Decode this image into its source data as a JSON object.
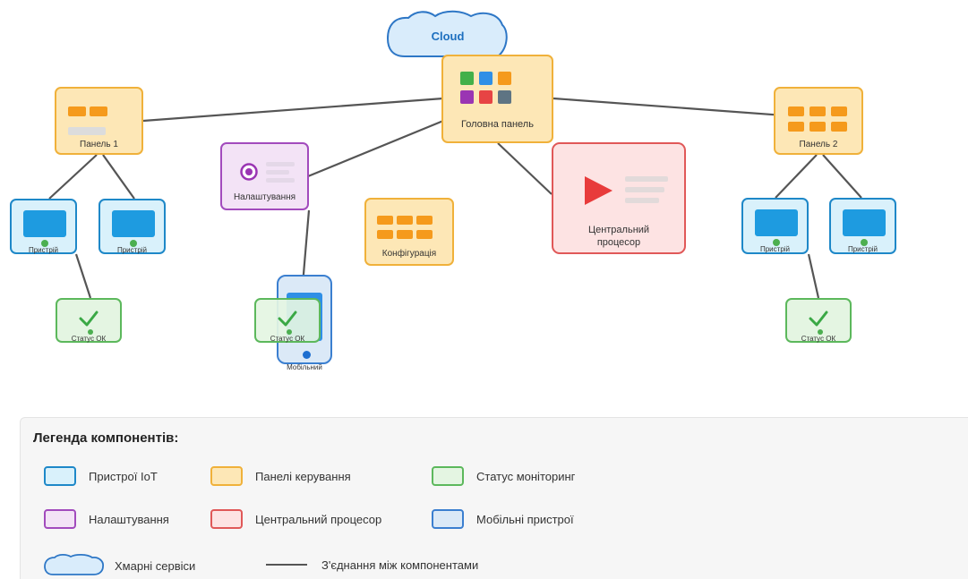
{
  "diagram": {
    "cloud_label": "Cloud",
    "main_panel_label": "Головна панель",
    "panel1_label": "Панель 1",
    "panel2_label": "Панель 2",
    "settings_label": "Налаштування",
    "config_label": "Конфігурація",
    "cpu_label_line1": "Центральний",
    "cpu_label_line2": "процесор",
    "device_label": "Пристрій",
    "status_label": "Статус ОК",
    "mobile_label": "Мобільний"
  },
  "legend": {
    "title": "Легенда компонентів:",
    "items": [
      {
        "label": "Пристрої IoT",
        "color": "#1e88c8"
      },
      {
        "label": "Панелі керування",
        "color": "#f0b13a"
      },
      {
        "label": "Статус моніторинг",
        "color": "#5cb85c"
      },
      {
        "label": "Налаштування",
        "color": "#a24bbd"
      },
      {
        "label": "Центральний процесор",
        "color": "#e05858"
      },
      {
        "label": "Мобільні пристрої",
        "color": "#3b7fd0"
      },
      {
        "label": "Хмарні сервіси",
        "color": "#1e88c8"
      },
      {
        "label": "З'єднання між компонентами",
        "color": "#555555"
      }
    ]
  },
  "colors": {
    "panel_fill": "#fde7b6",
    "panel_border": "#f0b13a",
    "device_fill": "#d9f1fb",
    "device_border": "#1e88c8",
    "status_fill": "#e4f5e2",
    "status_border": "#5cb85c",
    "settings_fill": "#f3e3f6",
    "settings_border": "#a24bbd",
    "cpu_fill": "#fde3e3",
    "cpu_border": "#e05858",
    "mobile_fill": "#dbe9f7",
    "mobile_border": "#3b7fd0",
    "connection": "#555555"
  }
}
